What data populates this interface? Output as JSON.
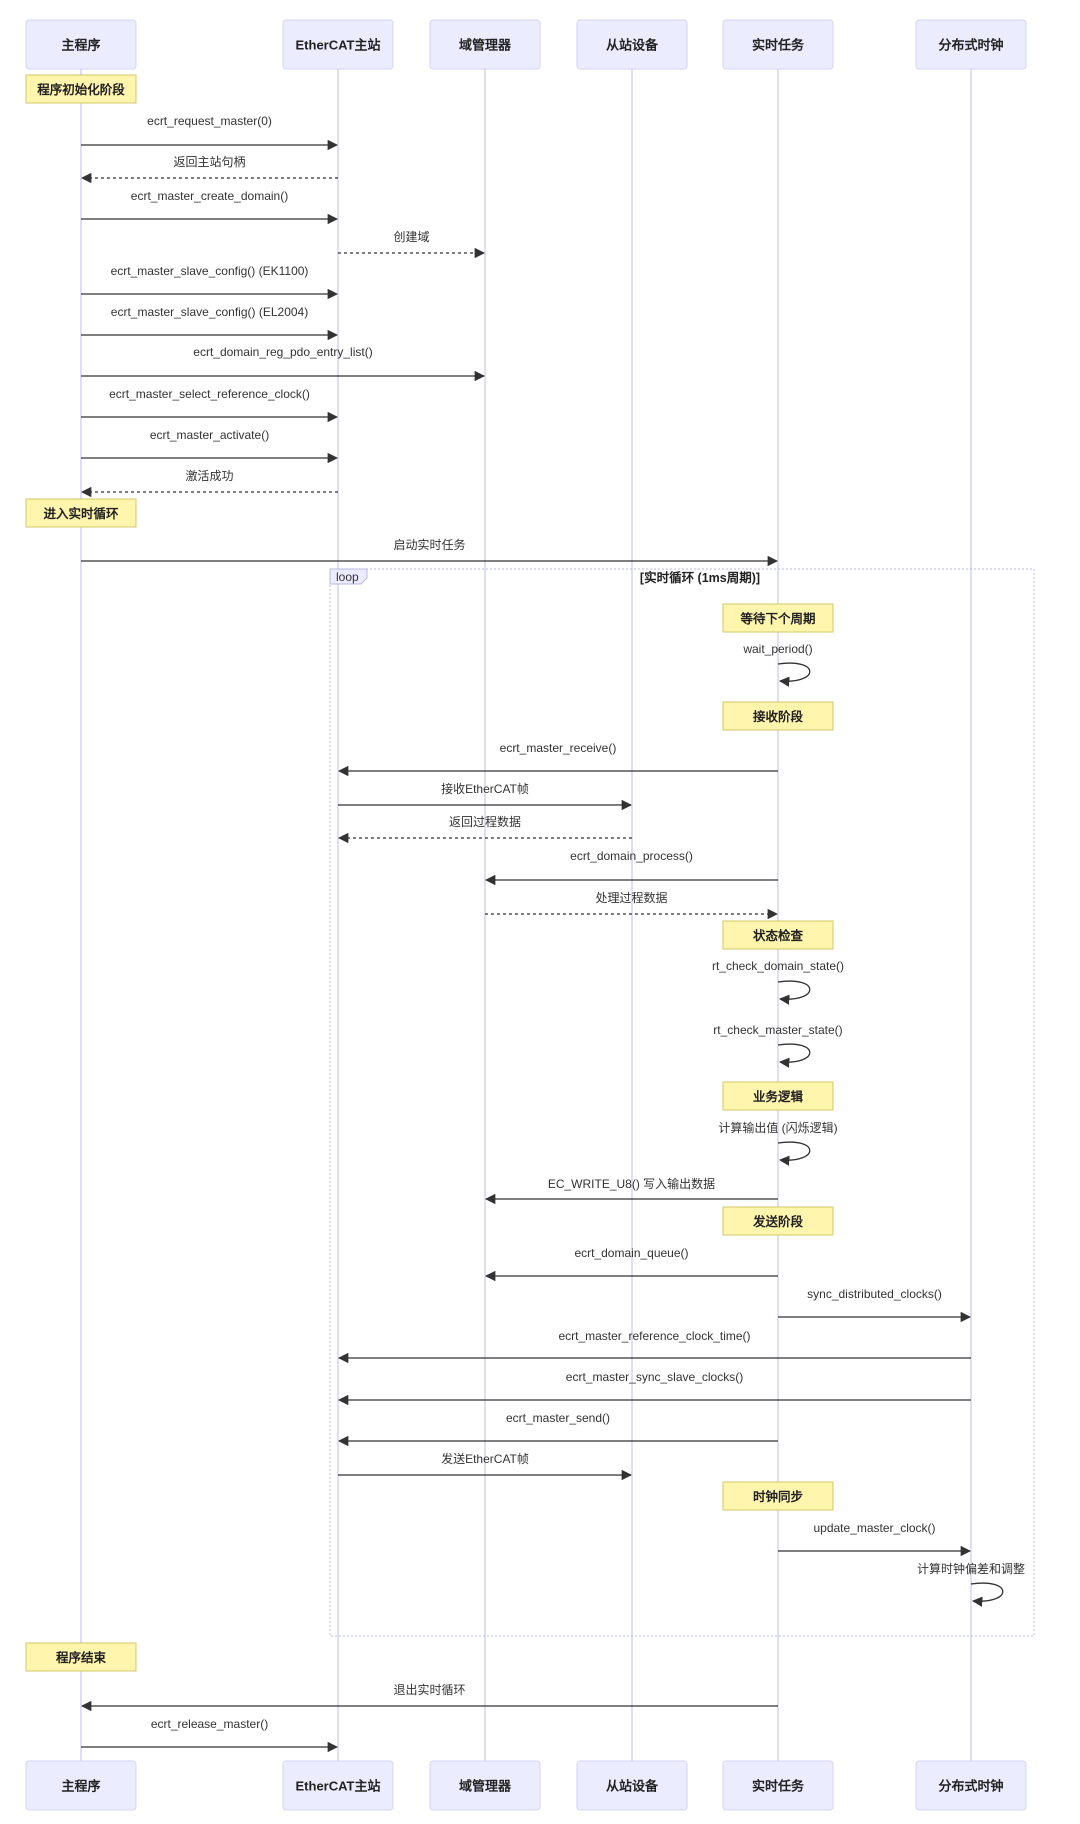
{
  "participants": [
    {
      "id": "main",
      "label": "主程序"
    },
    {
      "id": "master",
      "label": "EtherCAT主站"
    },
    {
      "id": "domain",
      "label": "域管理器"
    },
    {
      "id": "slave",
      "label": "从站设备"
    },
    {
      "id": "rt",
      "label": "实时任务"
    },
    {
      "id": "dc",
      "label": "分布式时钟"
    }
  ],
  "loop": {
    "keyword": "loop",
    "condition": "[实时循环 (1ms周期)]"
  },
  "events": [
    {
      "kind": "note",
      "over": "main",
      "text": "程序初始化阶段"
    },
    {
      "kind": "msg",
      "from": "main",
      "to": "master",
      "text": "ecrt_request_master(0)",
      "dashed": false
    },
    {
      "kind": "msg",
      "from": "master",
      "to": "main",
      "text": "返回主站句柄",
      "dashed": true
    },
    {
      "kind": "msg",
      "from": "main",
      "to": "master",
      "text": "ecrt_master_create_domain()",
      "dashed": false
    },
    {
      "kind": "msg",
      "from": "master",
      "to": "domain",
      "text": "创建域",
      "dashed": true
    },
    {
      "kind": "msg",
      "from": "main",
      "to": "master",
      "text": "ecrt_master_slave_config() (EK1100)",
      "dashed": false
    },
    {
      "kind": "msg",
      "from": "main",
      "to": "master",
      "text": "ecrt_master_slave_config() (EL2004)",
      "dashed": false
    },
    {
      "kind": "msg",
      "from": "main",
      "to": "domain",
      "text": "ecrt_domain_reg_pdo_entry_list()",
      "dashed": false
    },
    {
      "kind": "msg",
      "from": "main",
      "to": "master",
      "text": "ecrt_master_select_reference_clock()",
      "dashed": false
    },
    {
      "kind": "msg",
      "from": "main",
      "to": "master",
      "text": "ecrt_master_activate()",
      "dashed": false
    },
    {
      "kind": "msg",
      "from": "master",
      "to": "main",
      "text": "激活成功",
      "dashed": true
    },
    {
      "kind": "note",
      "over": "main",
      "text": "进入实时循环"
    },
    {
      "kind": "msg",
      "from": "main",
      "to": "rt",
      "text": "启动实时任务",
      "dashed": false
    },
    {
      "kind": "note",
      "over": "rt",
      "text": "等待下个周期"
    },
    {
      "kind": "self",
      "on": "rt",
      "text": "wait_period()"
    },
    {
      "kind": "note",
      "over": "rt",
      "text": "接收阶段"
    },
    {
      "kind": "msg",
      "from": "rt",
      "to": "master",
      "text": "ecrt_master_receive()",
      "dashed": false
    },
    {
      "kind": "msg",
      "from": "master",
      "to": "slave",
      "text": "接收EtherCAT帧",
      "dashed": false
    },
    {
      "kind": "msg",
      "from": "slave",
      "to": "master",
      "text": "返回过程数据",
      "dashed": true
    },
    {
      "kind": "msg",
      "from": "rt",
      "to": "domain",
      "text": "ecrt_domain_process()",
      "dashed": false
    },
    {
      "kind": "msg",
      "from": "domain",
      "to": "rt",
      "text": "处理过程数据",
      "dashed": true
    },
    {
      "kind": "note",
      "over": "rt",
      "text": "状态检查"
    },
    {
      "kind": "self",
      "on": "rt",
      "text": "rt_check_domain_state()"
    },
    {
      "kind": "self",
      "on": "rt",
      "text": "rt_check_master_state()"
    },
    {
      "kind": "note",
      "over": "rt",
      "text": "业务逻辑"
    },
    {
      "kind": "self",
      "on": "rt",
      "text": "计算输出值 (闪烁逻辑)"
    },
    {
      "kind": "msg",
      "from": "rt",
      "to": "domain",
      "text": "EC_WRITE_U8() 写入输出数据",
      "dashed": false
    },
    {
      "kind": "note",
      "over": "rt",
      "text": "发送阶段"
    },
    {
      "kind": "msg",
      "from": "rt",
      "to": "domain",
      "text": "ecrt_domain_queue()",
      "dashed": false
    },
    {
      "kind": "msg",
      "from": "rt",
      "to": "dc",
      "text": "sync_distributed_clocks()",
      "dashed": false
    },
    {
      "kind": "msg",
      "from": "dc",
      "to": "master",
      "text": "ecrt_master_reference_clock_time()",
      "dashed": false
    },
    {
      "kind": "msg",
      "from": "dc",
      "to": "master",
      "text": "ecrt_master_sync_slave_clocks()",
      "dashed": false
    },
    {
      "kind": "msg",
      "from": "rt",
      "to": "master",
      "text": "ecrt_master_send()",
      "dashed": false
    },
    {
      "kind": "msg",
      "from": "master",
      "to": "slave",
      "text": "发送EtherCAT帧",
      "dashed": false
    },
    {
      "kind": "note",
      "over": "rt",
      "text": "时钟同步"
    },
    {
      "kind": "msg",
      "from": "rt",
      "to": "dc",
      "text": "update_master_clock()",
      "dashed": false
    },
    {
      "kind": "self",
      "on": "dc",
      "text": "计算时钟偏差和调整"
    },
    {
      "kind": "note",
      "over": "main",
      "text": "程序结束"
    },
    {
      "kind": "msg",
      "from": "rt",
      "to": "main",
      "text": "退出实时循环",
      "dashed": false
    },
    {
      "kind": "msg",
      "from": "main",
      "to": "master",
      "text": "ecrt_release_master()",
      "dashed": false
    }
  ]
}
